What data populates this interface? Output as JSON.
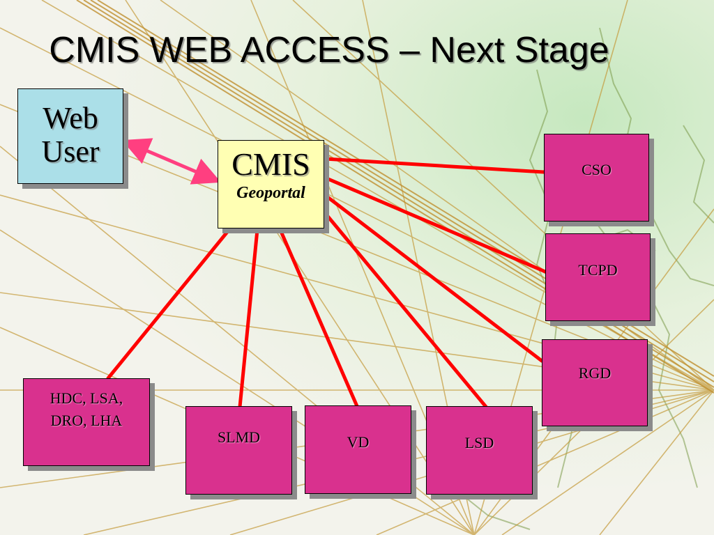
{
  "title": "CMIS WEB ACCESS – Next Stage",
  "web_user": {
    "label": "Web User"
  },
  "hub": {
    "label": "CMIS",
    "sublabel": "Geoportal"
  },
  "units": [
    {
      "label": "CSO"
    },
    {
      "label": "TCPD"
    },
    {
      "label": "RGD"
    },
    {
      "label": "HDC, LSA, DRO, LHA"
    },
    {
      "label": "SLMD"
    },
    {
      "label": "VD"
    },
    {
      "label": "LSD"
    }
  ],
  "colors": {
    "unit_fill": "#d9318e",
    "hub_fill": "#ffffb3",
    "web_user_fill": "#abdfe8",
    "connector": "#ff0000",
    "access_arrow": "#ff3f80"
  }
}
